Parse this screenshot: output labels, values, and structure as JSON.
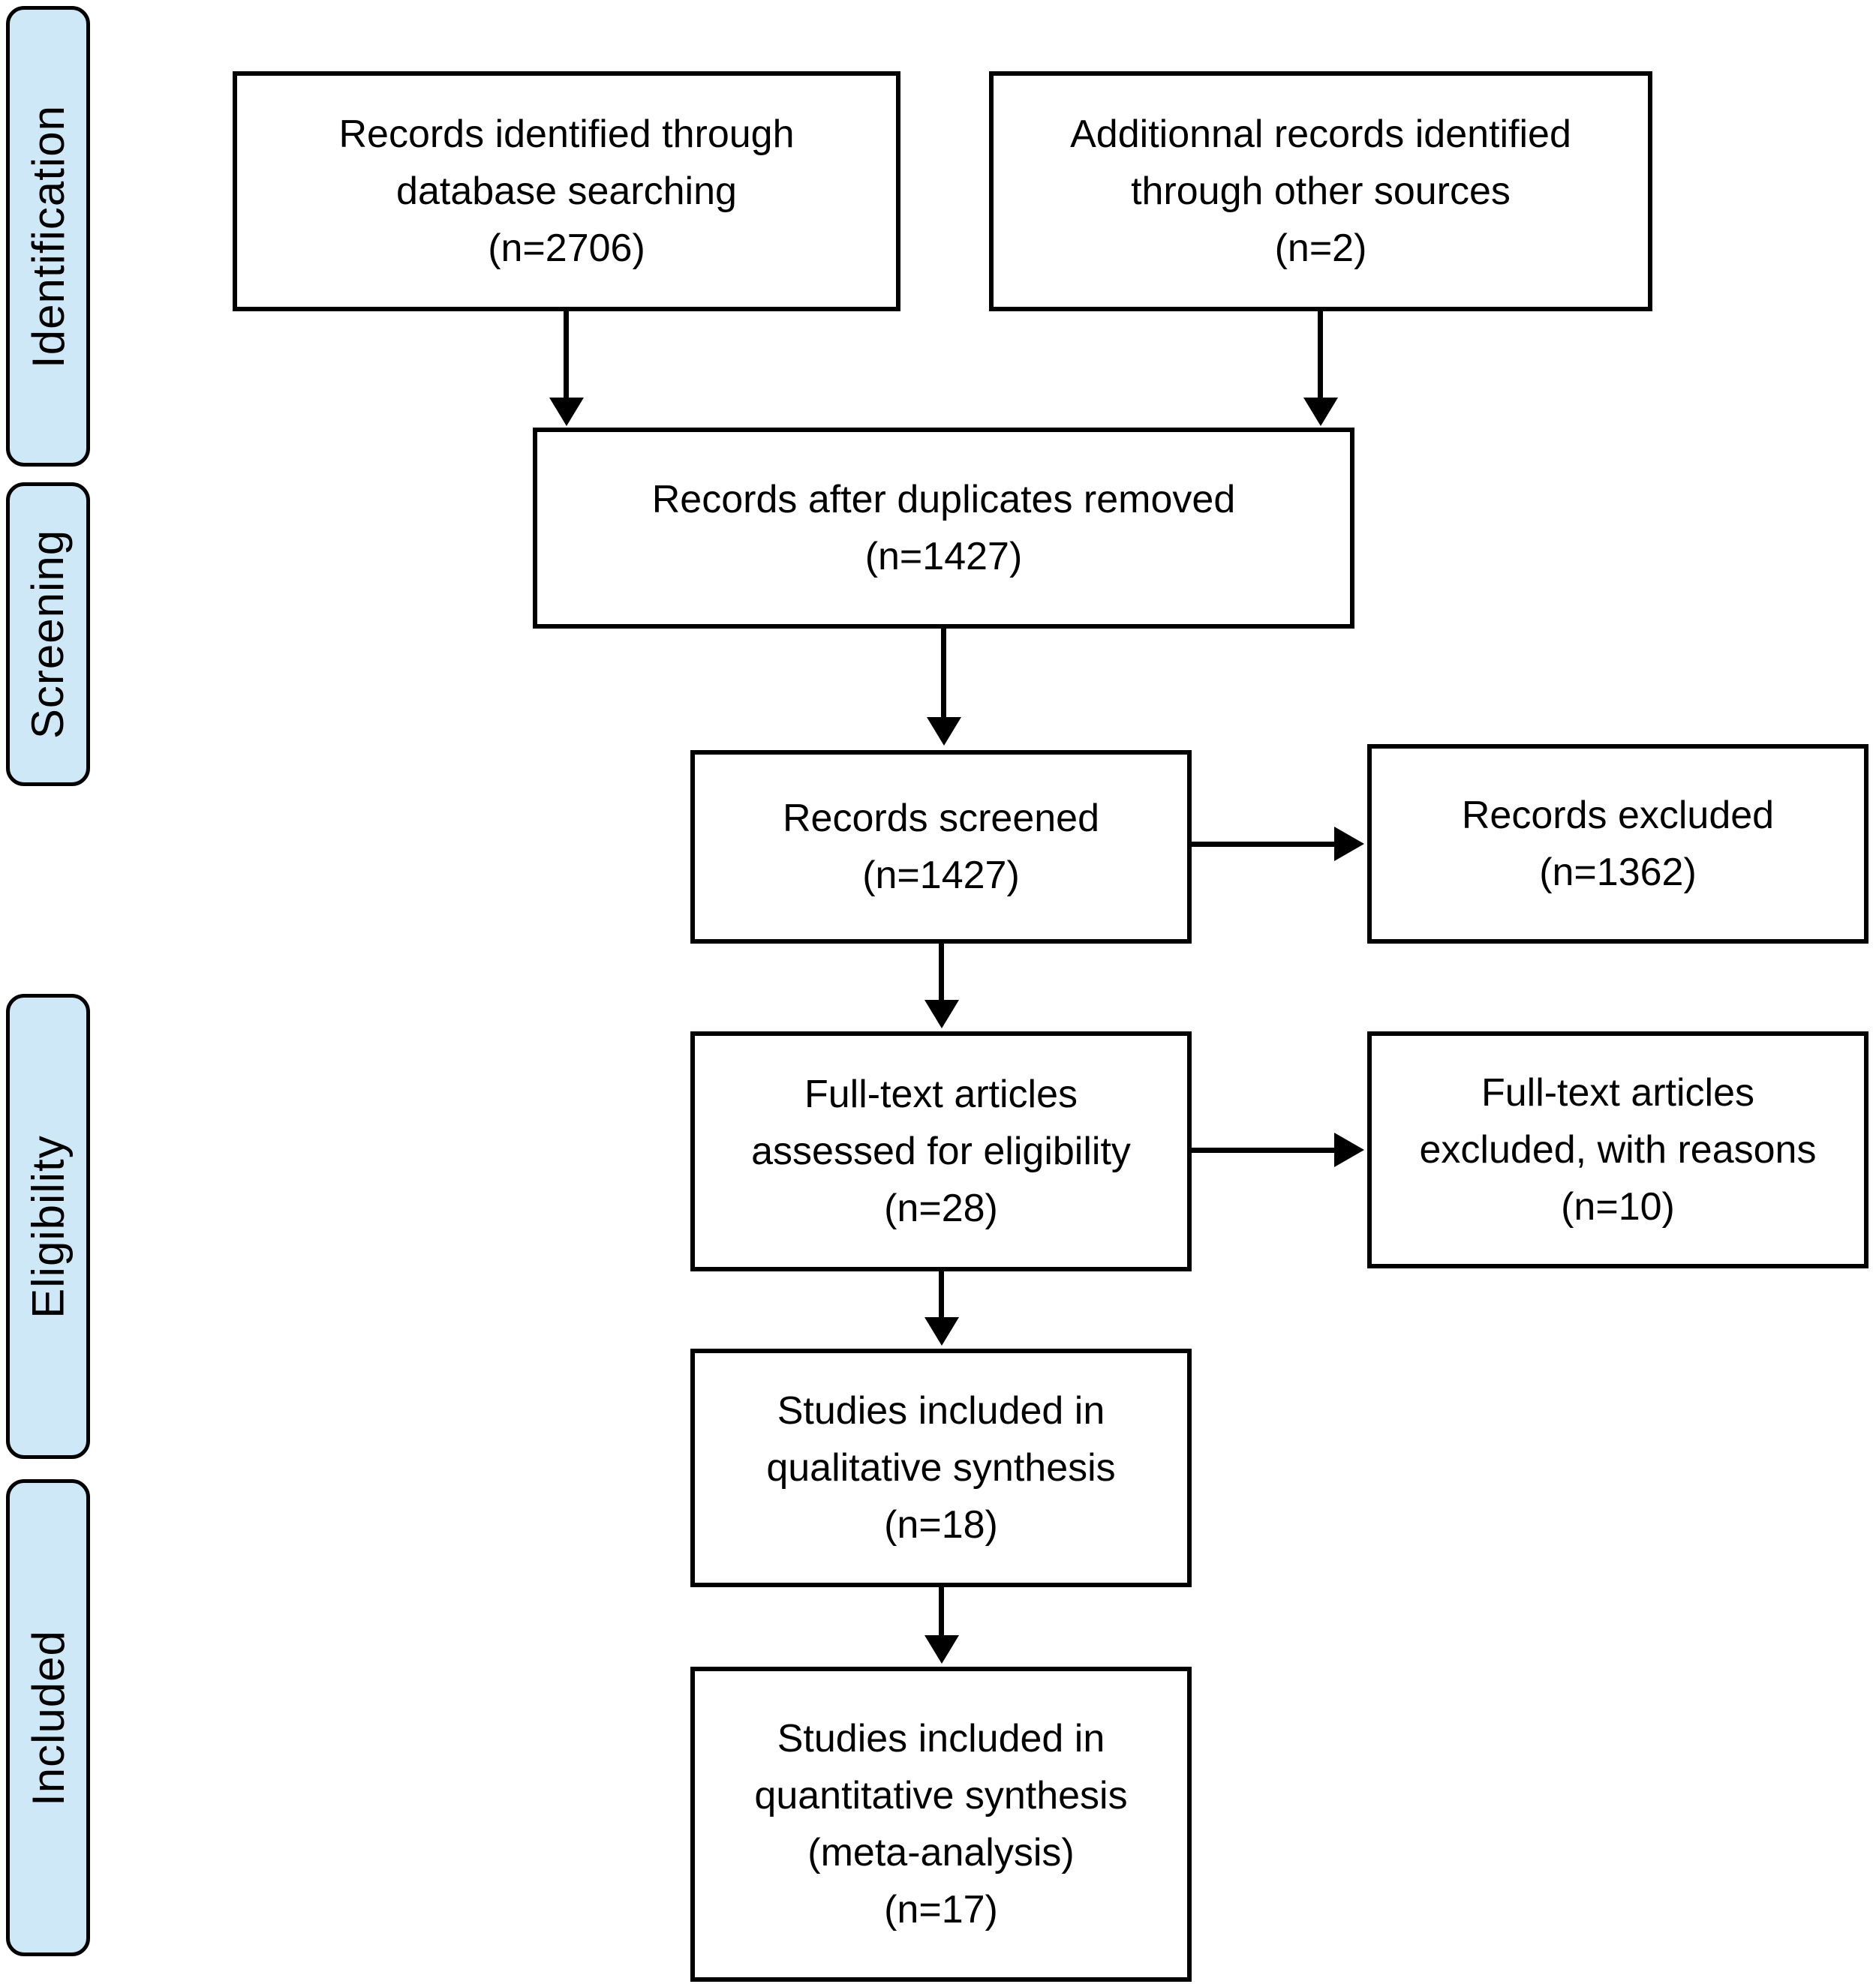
{
  "sidebar": {
    "identification": "Identification",
    "screening": "Screening",
    "eligibility": "Eligibility",
    "included": "Included"
  },
  "boxes": {
    "records_identified": {
      "line1": "Records identified through",
      "line2": "database searching",
      "line3": "(n=2706)"
    },
    "additional_records": {
      "line1": "Additionnal records identified",
      "line2": "through other sources",
      "line3": "(n=2)"
    },
    "duplicates_removed": {
      "line1": "Records after duplicates removed",
      "line2": "(n=1427)"
    },
    "records_screened": {
      "line1": "Records screened",
      "line2": "(n=1427)"
    },
    "records_excluded": {
      "line1": "Records excluded",
      "line2": "(n=1362)"
    },
    "fulltext_assessed": {
      "line1": "Full-text articles",
      "line2": "assessed for eligibility",
      "line3": "(n=28)"
    },
    "fulltext_excluded": {
      "line1": "Full-text articles",
      "line2": "excluded, with reasons",
      "line3": "(n=10)"
    },
    "qualitative_synthesis": {
      "line1": "Studies included in",
      "line2": "qualitative synthesis",
      "line3": "(n=18)"
    },
    "quantitative_synthesis": {
      "line1": "Studies included in",
      "line2": "quantitative synthesis",
      "line3": "(meta-analysis)",
      "line4": "(n=17)"
    }
  },
  "colors": {
    "stage_fill": "#cfe8f8",
    "line": "#000000",
    "box_fill": "#ffffff"
  }
}
